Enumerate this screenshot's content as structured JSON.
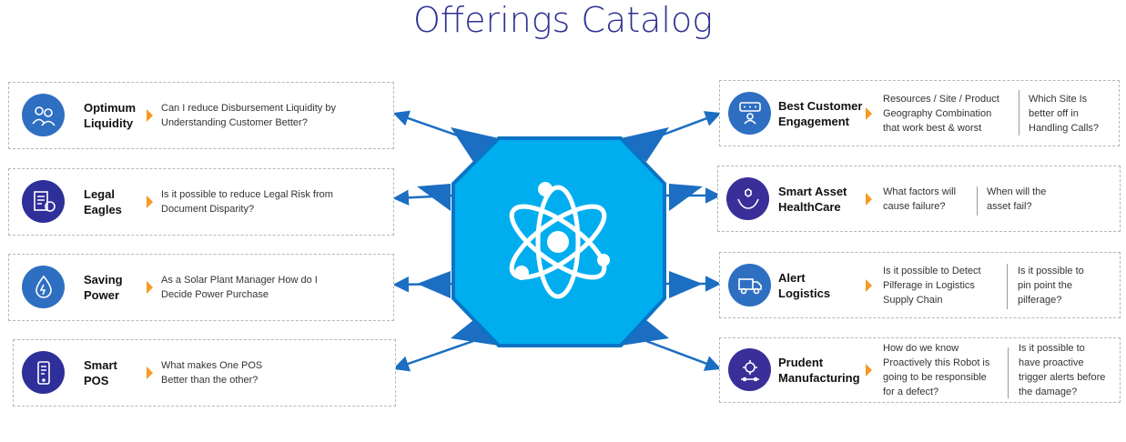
{
  "title": "Offerings Catalog",
  "colors": {
    "hub": "#00aeef",
    "hub_dark": "#0070c0",
    "icon_left": "#2f4fb8",
    "icon_right": "#3a2f98",
    "arrow": "#f59a23",
    "connector": "#1b6ec2"
  },
  "left_cards": [
    {
      "title": [
        "Optimum",
        "Liquidity"
      ],
      "icon": "people-money-icon",
      "desc": [
        "Can I reduce Disbursement  Liquidity by",
        "Understanding  Customer Better?"
      ]
    },
    {
      "title": [
        "Legal",
        "Eagles"
      ],
      "icon": "legal-document-icon",
      "desc": [
        "Is it possible to reduce Legal Risk from",
        "Document Disparity?"
      ]
    },
    {
      "title": [
        "Saving",
        "Power"
      ],
      "icon": "solar-energy-icon",
      "desc": [
        "As a Solar Plant Manager  How do I",
        "Decide Power Purchase"
      ]
    },
    {
      "title": [
        "Smart",
        "POS"
      ],
      "icon": "mobile-pos-icon",
      "desc": [
        "What makes  One POS",
        "Better  than the other?"
      ]
    }
  ],
  "right_cards": [
    {
      "title": [
        "Best Customer",
        "Engagement"
      ],
      "icon": "customer-rating-icon",
      "desc1": [
        "Resources  / Site  / Product",
        "Geography Combination",
        "that work best & worst"
      ],
      "desc2": [
        "Which Site Is",
        "better  off in",
        "Handling Calls?"
      ]
    },
    {
      "title": [
        "Smart Asset",
        "HealthCare"
      ],
      "icon": "hands-health-icon",
      "desc1": [
        "What factors will",
        "cause failure?"
      ],
      "desc2": [
        "When will the",
        "asset fail?"
      ]
    },
    {
      "title": [
        "Alert",
        "Logistics"
      ],
      "icon": "delivery-truck-icon",
      "desc1": [
        "Is it possible to Detect",
        "Pilferage  in Logistics",
        "Supply Chain"
      ],
      "desc2": [
        "Is it possible to",
        "pin point the",
        "pilferage?"
      ]
    },
    {
      "title": [
        "Prudent",
        "Manufacturing"
      ],
      "icon": "robot-gears-icon",
      "desc1": [
        "How do we know",
        "Proactively this Robot is",
        "going to be responsible",
        "for a defect?"
      ],
      "desc2": [
        "Is it possible to",
        "have proactive",
        "trigger alerts before",
        "the damage?"
      ]
    }
  ],
  "hub": {
    "icon": "atom-icon"
  }
}
